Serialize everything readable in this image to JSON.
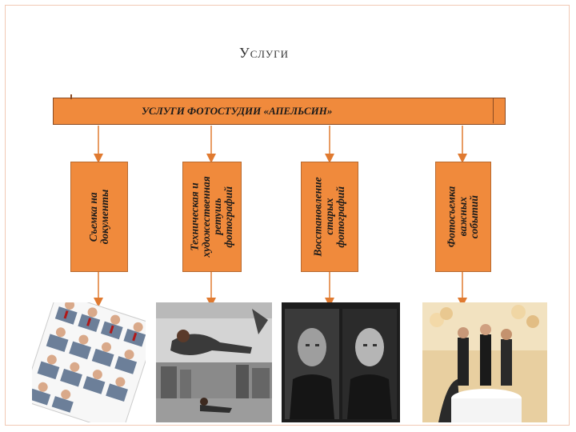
{
  "slide": {
    "title": "Услуги"
  },
  "banner": {
    "label": "УСЛУГИ ФОТОСТУДИИ «АПЕЛЬСИН»"
  },
  "services": [
    {
      "label": "Съемка на\nдокументы"
    },
    {
      "label": "Техническая и\nхудожественная\nретушь\nфотографий"
    },
    {
      "label": "Восстановление\nстарых\nфотографий"
    },
    {
      "label": "Фотосъемка\nважных\nсобытий"
    }
  ],
  "colors": {
    "box": "#f08a3c",
    "border": "#8a4a22",
    "arrow": "#e07a30"
  }
}
